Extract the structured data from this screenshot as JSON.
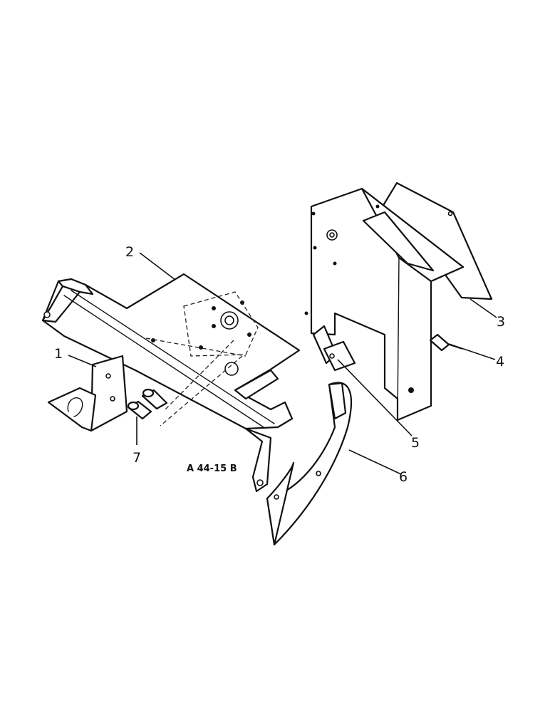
{
  "figure_ref": "A 44-15 B",
  "callouts": [
    "1",
    "2",
    "3",
    "4",
    "5",
    "6",
    "7"
  ]
}
